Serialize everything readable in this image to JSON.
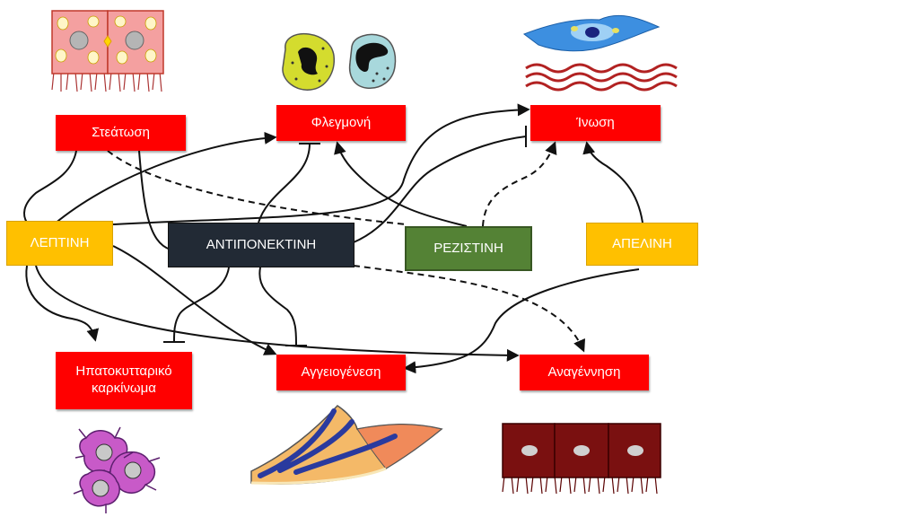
{
  "nodes": {
    "steatosis": "Στεάτωση",
    "inflammation": "Φλεγμονή",
    "fibrosis": "Ίνωση",
    "leptin": "ΛΕΠΤΙΝΗ",
    "adiponectin": "ΑΝΤΙΠΟΝΕΚΤΙΝΗ",
    "resistin": "ΡΕΖΙΣΤΙΝΗ",
    "apelin": "ΑΠΕΛΙΝΗ",
    "hcc_line1": "Ηπατοκυτταρικό",
    "hcc_line2": "καρκίνωμα",
    "angiogenesis": "Αγγειογένεση",
    "regeneration": "Αναγέννηση"
  },
  "colors": {
    "process": "#ff0000",
    "leptin": "#ffc000",
    "adiponectin": "#222a35",
    "resistin": "#548235",
    "apelin": "#ffc000"
  },
  "illustrations": [
    "steatotic-hepatocytes-icon",
    "inflammatory-cells-icon",
    "stellate-cell-collagen-icon",
    "cancer-cells-icon",
    "endothelial-vessel-icon",
    "regenerating-hepatocytes-icon"
  ]
}
